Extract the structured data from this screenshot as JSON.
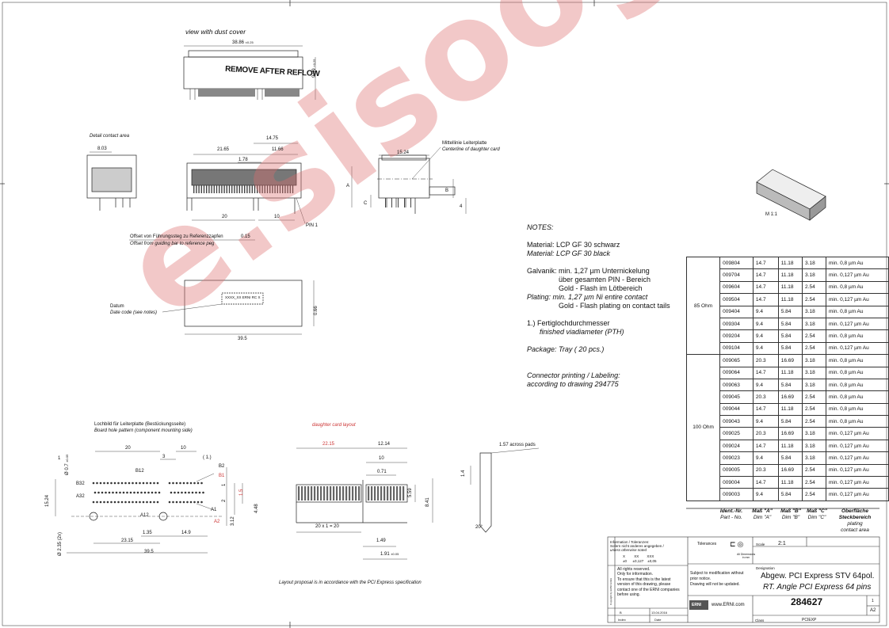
{
  "top_view": {
    "caption": "view with dust cover",
    "width": "38.86",
    "width_tol": "±0.25",
    "height": "9.39",
    "height_tol": "+0.25",
    "cover_text": "REMOVE AFTER REFLOW"
  },
  "detail": {
    "caption": "Detail contact area",
    "d1": "8.03"
  },
  "front_view": {
    "d_1475": "14.75",
    "d_2165": "21.65",
    "d_1166": "11.66",
    "d_178": "1.78",
    "d_20": "20",
    "d_10": "10",
    "pin1": "PIN 1",
    "offset_de": "Offset von Führungssteg zu Referenzzapfen",
    "offset_en": "Offset from guiding bar to reference peg",
    "d_015": "0.15"
  },
  "side_view": {
    "d_1524": "15.24",
    "centerline_de": "Mittellinie Leiterplatte",
    "centerline_en": "Centerline of daughter card",
    "A": "A",
    "B": "B",
    "C": "C",
    "d_4": "4"
  },
  "iso_label": "M 1:1",
  "datum": {
    "code": "XXXX_XX ERNI RC X",
    "label": "Datum",
    "label_en": "Date code  (see notes)",
    "d_066": "0.66",
    "d_395": "39.5"
  },
  "notes": {
    "title": "NOTES:",
    "material_de": "Material: LCP GF 30 schwarz",
    "material_en": "Material: LCP  GF 30 black",
    "plating_de_1": "Galvanik: min. 1,27 µm Unternickelung",
    "plating_de_2": "über gesamten PIN - Bereich",
    "plating_de_3": "Gold - Flash im Lötbereich",
    "plating_en_1": "Plating:  min. 1,27 µm Ni entire contact",
    "plating_en_2": "Gold - Flash plating on contact tails",
    "note1_de": "1.)  Fertiglochdurchmesser",
    "note1_en": "finished viadiameter  (PTH)",
    "package": "Package: Tray ( 20 pcs.)",
    "labeling_1": "Connector printing / Labeling:",
    "labeling_2": "according to drawing 294775"
  },
  "variants": {
    "groups": [
      {
        "ohm": "85 Ohm",
        "rows": [
          [
            "009804",
            "14.7",
            "11.18",
            "3.18",
            "min. 0,8 µm Au"
          ],
          [
            "009704",
            "14.7",
            "11.18",
            "3.18",
            "min. 0,127 µm Au"
          ],
          [
            "009604",
            "14.7",
            "11.18",
            "2.54",
            "min. 0,8 µm Au"
          ],
          [
            "009504",
            "14.7",
            "11.18",
            "2.54",
            "min. 0,127 µm Au"
          ],
          [
            "009404",
            "9.4",
            "5.84",
            "3.18",
            "min. 0,8 µm Au"
          ],
          [
            "009304",
            "9.4",
            "5.84",
            "3.18",
            "min. 0,127 µm Au"
          ],
          [
            "009204",
            "9.4",
            "5.84",
            "2.54",
            "min. 0,8 µm Au"
          ],
          [
            "009104",
            "9.4",
            "5.84",
            "2.54",
            "min. 0,127 µm Au"
          ]
        ]
      },
      {
        "ohm": "100 Ohm",
        "rows": [
          [
            "009065",
            "20.3",
            "16.69",
            "3.18",
            "min. 0,8 µm Au"
          ],
          [
            "009064",
            "14.7",
            "11.18",
            "3.18",
            "min. 0,8 µm Au"
          ],
          [
            "009063",
            "9.4",
            "5.84",
            "3.18",
            "min. 0,8 µm Au"
          ],
          [
            "009045",
            "20.3",
            "16.69",
            "2.54",
            "min. 0,8 µm Au"
          ],
          [
            "009044",
            "14.7",
            "11.18",
            "2.54",
            "min. 0,8 µm Au"
          ],
          [
            "009043",
            "9.4",
            "5.84",
            "2.54",
            "min. 0,8 µm Au"
          ],
          [
            "009025",
            "20.3",
            "16.69",
            "3.18",
            "min. 0,127 µm Au"
          ],
          [
            "009024",
            "14.7",
            "11.18",
            "3.18",
            "min. 0,127 µm Au"
          ],
          [
            "009023",
            "9.4",
            "5.84",
            "3.18",
            "min. 0,127 µm Au"
          ],
          [
            "009005",
            "20.3",
            "16.69",
            "2.54",
            "min. 0,127 µm Au"
          ],
          [
            "009004",
            "14.7",
            "11.18",
            "2.54",
            "min. 0,127 µm Au"
          ],
          [
            "009003",
            "9.4",
            "5.84",
            "2.54",
            "min. 0,127 µm Au"
          ]
        ]
      }
    ],
    "headers": {
      "part_de": "Ident.-Nr.",
      "part_en": "Part - No.",
      "a_de": "Maß \"A\"",
      "a_en": "Dim \"A\"",
      "b_de": "Maß \"B\"",
      "b_en": "Dim \"B\"",
      "c_de": "Maß \"C\"",
      "c_en": "Dim \"C\"",
      "s_de1": "Oberfläche",
      "s_de2": "Steckbereich",
      "s_en1": "plating",
      "s_en2": "contact area"
    }
  },
  "board": {
    "title_de": "Lochbild für Leiterplatte (Bestückungsseite)",
    "title_en": "Board hole pattern (component mounting side)",
    "d_20": "20",
    "d_3": "3",
    "d_10": "10",
    "note1": "( 1.)",
    "B32": "B32",
    "B12": "B12",
    "B2": "B2",
    "B1": "B1",
    "A32": "A32",
    "A12": "A12",
    "A1": "A1",
    "A2": "A2",
    "d_1524": "15.24",
    "d_07": "Ø 0.7",
    "d_07_tol": "±0.05",
    "d_1": "1",
    "d_235": "Ø 2.35 (2x)",
    "d_2315": "23.15",
    "d_135": "1.35",
    "d_149": "14.9",
    "d_395": "39.5",
    "d_2": "2",
    "d_15": "1.5",
    "d_448": "4.48",
    "d_312": "3.12"
  },
  "card": {
    "title": "daughter card layout",
    "d_2215": "22.15",
    "d_1214": "12.14",
    "d_10": "10",
    "d_071": "0.71",
    "d_559": "5.59",
    "d_841": "8.41",
    "d_20x1": "20 x 1 = 20",
    "d_149": "1.49",
    "d_191": "1.91",
    "d_191_tol": "±0.05"
  },
  "edge": {
    "across": "1.57 across pads",
    "d_14": "1.4",
    "angle": "20°"
  },
  "layout_note": "Layout proposal is in accordance with the PCI Express specification",
  "title_block": {
    "info_de": "Information / Toleranzen:",
    "info_de2": "Sofern nicht anderes angegeben  /",
    "info_en": "unless otherwise noted",
    "tol_x": "X",
    "tol_xx": "XX",
    "tol_xxx": "XXX",
    "tol_x_v": "±0",
    "tol_xx_v": "±0,127",
    "tol_xxx_v": "±0,05",
    "rights_1": "All rights reserved.",
    "rights_2": "Only for information.",
    "rights_3": "To ensure that this is the latest",
    "rights_4": "version of this drawing, please",
    "rights_5": "contact one of the ERNI companies",
    "rights_6": "before using.",
    "tolerances": "Tolerances",
    "all_dim_1": "All Dimensions",
    "all_dim_2": "in mm",
    "scale_lbl": "Scale",
    "scale": "2:1",
    "designation_lbl": "Designation",
    "designation_de": "Abgew. PCI Express STV 64pol.",
    "designation_en": "RT. Angle PCI Express 64 pins",
    "subject_1": "Subject to modification without",
    "subject_2": "prior notice.",
    "subject_3": "Drawing will not be updated.",
    "logo": "ERNI",
    "url": "www.ERNI.com",
    "number": "284627",
    "sheet": "1",
    "size": "A2",
    "class_lbl": "Class",
    "class": "PCIEXP",
    "index": "Index",
    "date_lbl": "Date",
    "index_v": "B",
    "date_v": "13.04.2016",
    "copyright": "Copyright by ERNI GmbH"
  },
  "watermark": "e.sisoog.com"
}
